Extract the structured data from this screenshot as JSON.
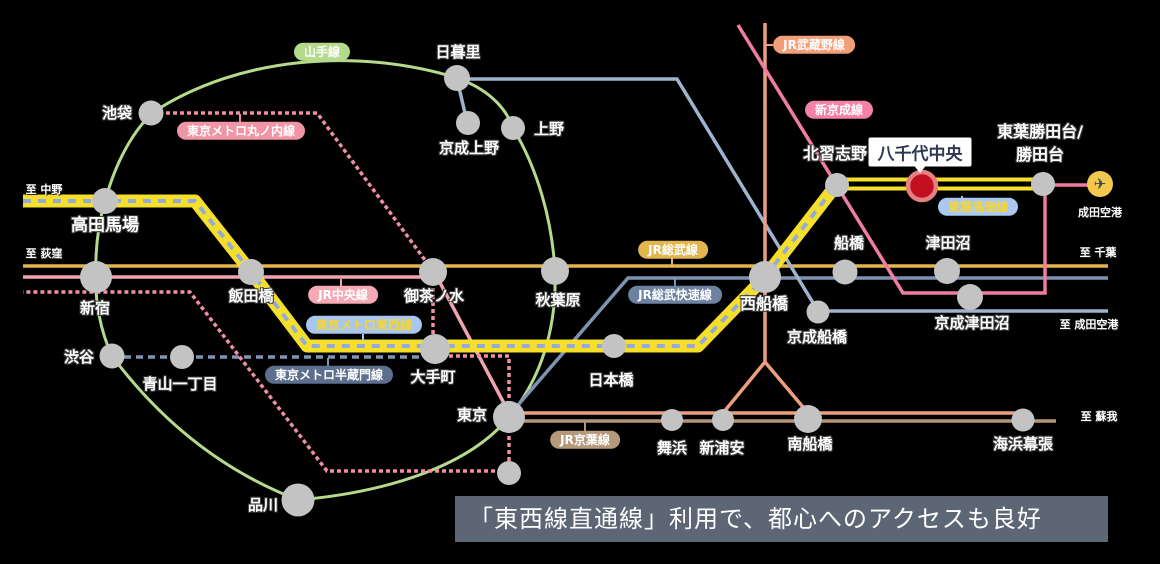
{
  "caption": {
    "text": "「東西線直通線」利用で、都心へのアクセスも良好"
  },
  "highlight": {
    "label": "八千代中央"
  },
  "lines": {
    "yamanote": {
      "name": "山手線",
      "color": "#b5da8c",
      "style": "solid"
    },
    "marunouchi": {
      "name": "東京メトロ丸ノ内線",
      "color": "#ef8fa2",
      "style": "dotted"
    },
    "chuo": {
      "name": "JR中央線",
      "color": "#f2a3b0",
      "style": "solid"
    },
    "tozai": {
      "name": "東京メトロ東西線",
      "color": "#f6df2b",
      "core_color": "#93abd9",
      "style": "yellow-band-dashed-core"
    },
    "hanzomon": {
      "name": "東京メトロ半蔵門線",
      "color": "#8094b4",
      "style": "dashed"
    },
    "sobu": {
      "name": "JR総武線",
      "color": "#e3b54e",
      "style": "solid"
    },
    "sobu_rapid": {
      "name": "JR総武快速線",
      "color": "#7e93b2",
      "style": "solid"
    },
    "keiyo": {
      "name": "JR京葉線",
      "color": "#b2967a",
      "style": "solid"
    },
    "musashino": {
      "name": "JR武蔵野線",
      "color": "#ec9e7d",
      "style": "solid"
    },
    "shinkeisei": {
      "name": "新京成線",
      "color": "#f07ba3",
      "style": "solid"
    },
    "toyo": {
      "name": "東葉高速線",
      "color": "#f6df2b",
      "core_color": "#000000",
      "style": "yellow-band-black-core"
    },
    "keisei": {
      "color": "#9fb3cf",
      "style": "solid"
    }
  },
  "stations": {
    "ikebukuro": "池袋",
    "takadanobaba": "高田馬場",
    "shinjuku": "新宿",
    "shibuya": "渋谷",
    "aoyama_itchome": "青山一丁目",
    "shinagawa": "品川",
    "nippori": "日暮里",
    "keisei_ueno": "京成上野",
    "ueno": "上野",
    "ochanomizu": "御茶ノ水",
    "akihabara": "秋葉原",
    "iidabashi": "飯田橋",
    "otemachi": "大手町",
    "nihombashi": "日本橋",
    "tokyo": "東京",
    "nishi_funabashi": "西船橋",
    "funabashi": "船橋",
    "tsudanuma": "津田沼",
    "keisei_funabashi": "京成船橋",
    "keisei_tsudanuma": "京成津田沼",
    "kita_narashino": "北習志野",
    "katsutadai1": "東葉勝田台/",
    "katsutadai2": "勝田台",
    "narita_airport": "成田空港",
    "maihama": "舞浜",
    "shin_urayasu": "新浦安",
    "minami_funabashi": "南船橋",
    "kaihin_makuhari": "海浜幕張"
  },
  "terminals": {
    "nakano": "至 中野",
    "ogikubo": "至 荻窪",
    "chiba": "至 千葉",
    "narita": "至 成田空港",
    "soga": "至 蘇我"
  },
  "airport": {
    "glyph": "✈"
  },
  "colors": {
    "background": "#000000",
    "station_node": "#c3c3c3",
    "highlight_fill": "#c21020",
    "highlight_ring": "#e68080",
    "airport_circle": "#f2c94c",
    "caption_bg": "#5d6674",
    "label_text": "#ffffff",
    "highlight_box_text": "#2f3850"
  }
}
